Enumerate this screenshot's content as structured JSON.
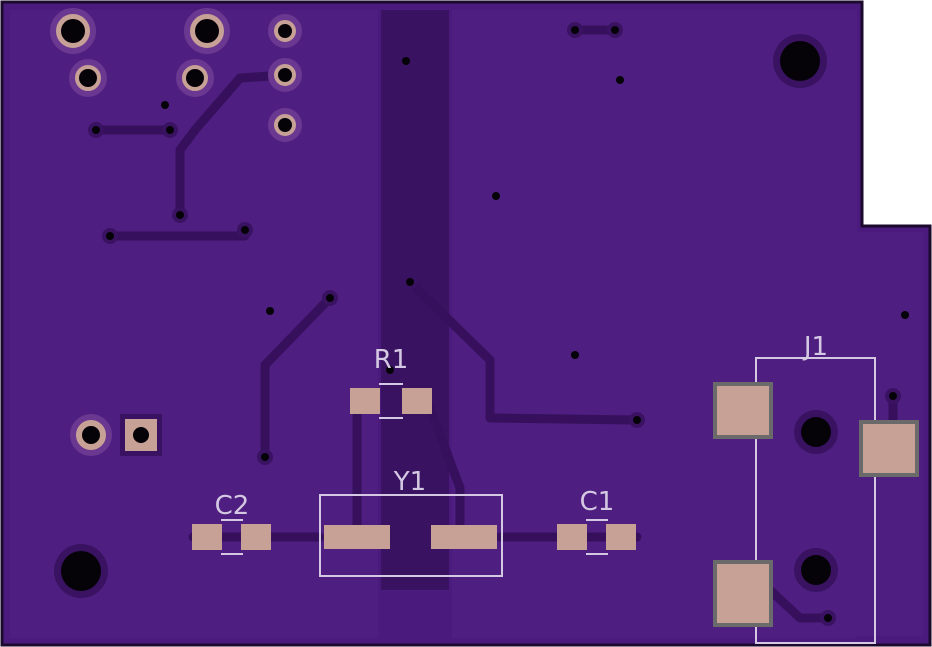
{
  "board": {
    "colors": {
      "board_fill": "#4a1a7c",
      "board_edge": "#1b0a2e",
      "copper_pour": "#4e1e80",
      "trace": "#36105c",
      "pad_copper": "#c7a096",
      "pad_ring": "#6a3890",
      "drill": "#050308",
      "silkscreen": "#d4c8e2",
      "outer_background": "#ffffff"
    },
    "components": [
      {
        "ref": "R1",
        "type": "resistor-0805"
      },
      {
        "ref": "Y1",
        "type": "crystal-2pad"
      },
      {
        "ref": "C1",
        "type": "capacitor-0805"
      },
      {
        "ref": "C2",
        "type": "capacitor-0805"
      },
      {
        "ref": "J1",
        "type": "usb-connector"
      }
    ],
    "labels": {
      "r1": "R1",
      "y1": "Y1",
      "c1": "C1",
      "c2": "C2",
      "j1": "J1"
    }
  }
}
